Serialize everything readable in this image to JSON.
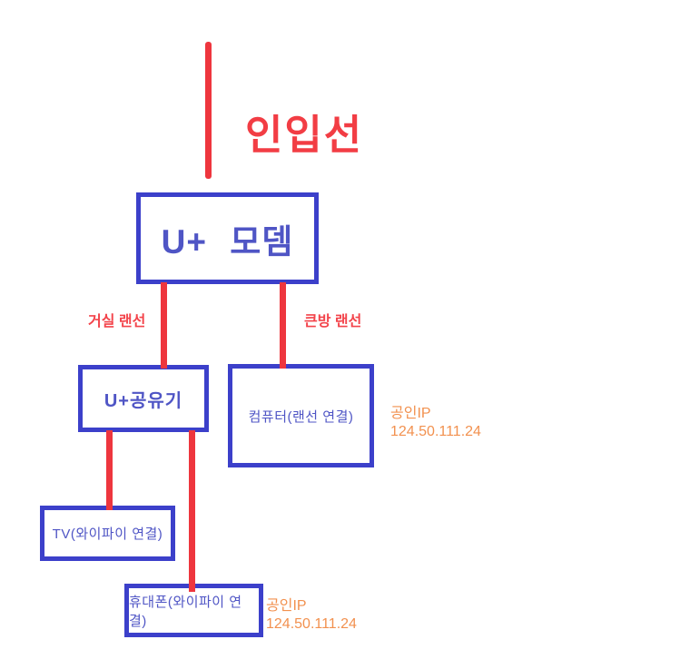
{
  "diagram": {
    "incoming_line_label": "인입선",
    "modem": {
      "label": "U+ 모뎀"
    },
    "cables": {
      "living_room_label": "거실 랜선",
      "big_room_label": "큰방 랜선"
    },
    "router": {
      "label": "U+공유기"
    },
    "computer": {
      "label": "컴퓨터(랜선 연결)",
      "ip_title": "공인IP",
      "ip_value": "124.50.111.24"
    },
    "tv": {
      "label": "TV(와이파이 연결)"
    },
    "phone": {
      "label": "휴대폰(와이파이 연결)",
      "ip_title": "공인IP",
      "ip_value": "124.50.111.24"
    },
    "colors": {
      "box_border_blue": "#3c40ca",
      "box_text_blue": "#4f55c5",
      "line_red": "#ee363e",
      "label_red": "#f23d44",
      "ip_orange": "#f2914f",
      "background": "#ffffff"
    }
  }
}
